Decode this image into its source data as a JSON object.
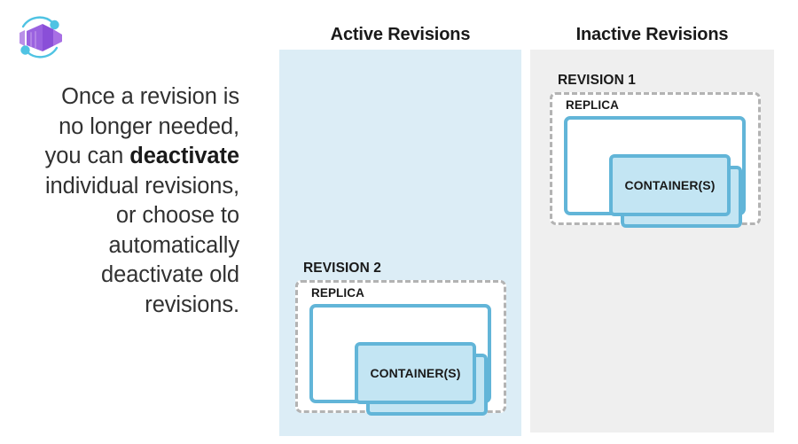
{
  "brand": {
    "icon": "azure-container-apps-icon",
    "colors": {
      "cube_light": "#c9a5ef",
      "cube_mid": "#a964e8",
      "cube_dark": "#8a4fd8",
      "orbit": "#50c4e0"
    }
  },
  "intro": {
    "line_1": "Once a revision is",
    "line_2": "no longer needed,",
    "line_3_pre": "you can ",
    "line_3_bold": "deactivate",
    "line_4": "individual revisions,",
    "line_5": "or choose to",
    "line_6": "automatically",
    "line_7": "deactivate old",
    "line_8": "revisions."
  },
  "panels": [
    {
      "key": "active",
      "title": "Active Revisions",
      "background": "#dcedf6",
      "revisions": [
        {
          "label": "REVISION 2",
          "replica_label": "REPLICA",
          "container_label": "CONTAINER(S)",
          "container_count": 2
        }
      ]
    },
    {
      "key": "inactive",
      "title": "Inactive Revisions",
      "background": "#efefef",
      "revisions": [
        {
          "label": "REVISION 1",
          "replica_label": "REPLICA",
          "container_label": "CONTAINER(S)",
          "container_count": 2
        }
      ]
    }
  ],
  "theme": {
    "container_fill": "#c3e5f3",
    "container_border": "#62b5d8",
    "revision_dash_border": "#b3b3b3",
    "replica_fill": "#ffffff",
    "text_color": "#1a1a1a"
  }
}
